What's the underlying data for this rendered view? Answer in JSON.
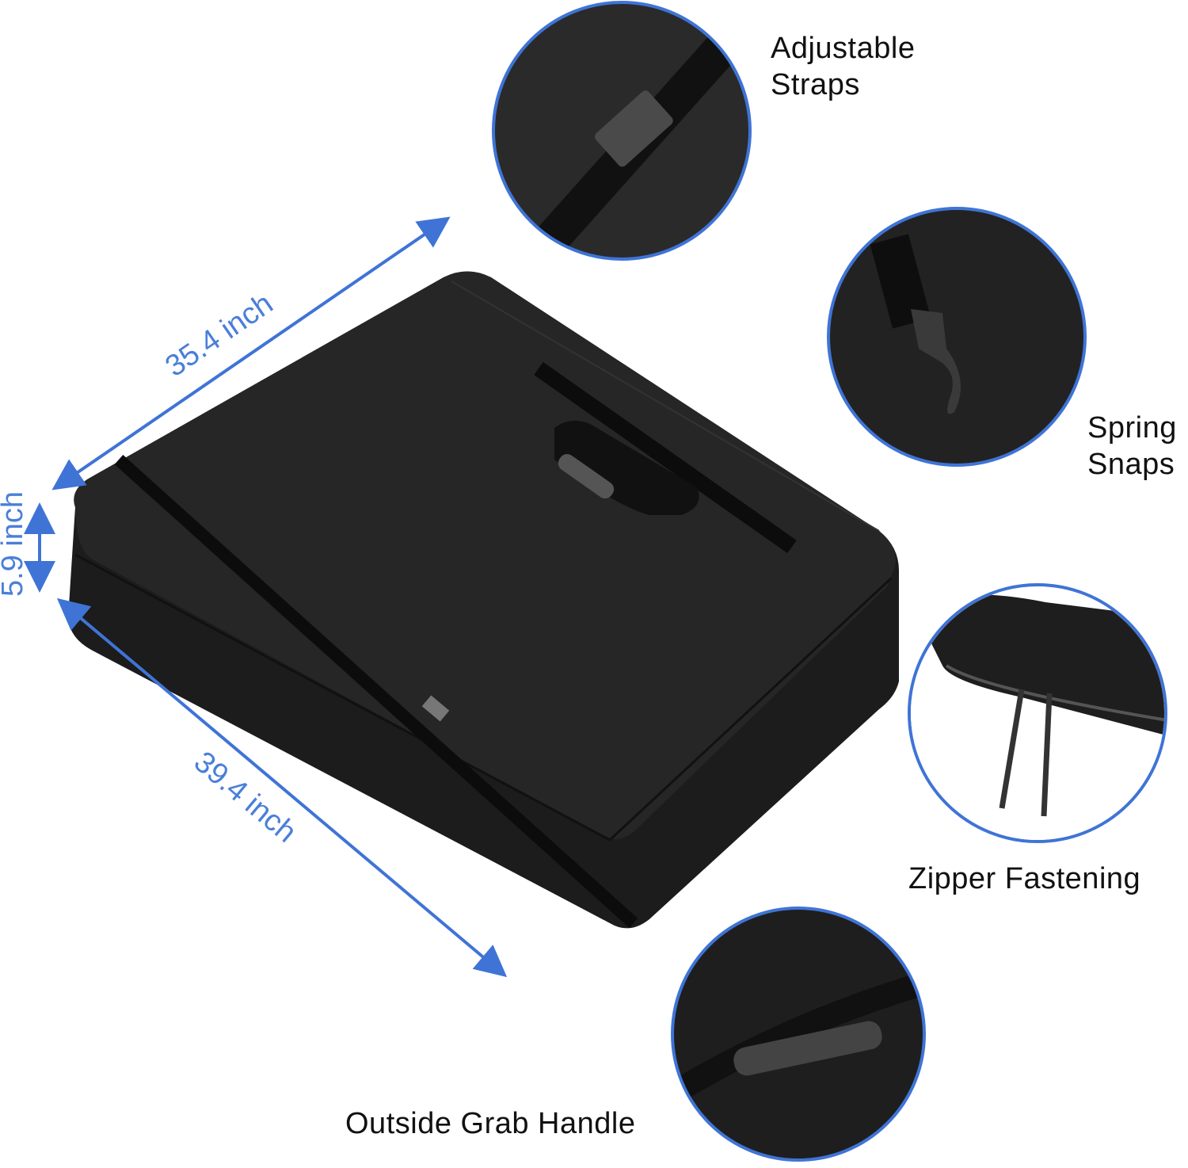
{
  "colors": {
    "accent": "#3f74d6",
    "product": "#1f1f1f",
    "strap": "#0c0c0c"
  },
  "dimensions": {
    "width": "35.4 inch",
    "height": "5.9 inch",
    "length": "39.4 inch"
  },
  "features": [
    {
      "line1": "Adjustable",
      "line2": "Straps",
      "icon": "buckle"
    },
    {
      "line1": "Spring",
      "line2": "Snaps",
      "icon": "spring-snap-hook"
    },
    {
      "line1": "Zipper Fastening",
      "line2": "",
      "icon": "zipper"
    },
    {
      "line1": "Outside Grab Handle",
      "line2": "",
      "icon": "grab-handle"
    }
  ]
}
